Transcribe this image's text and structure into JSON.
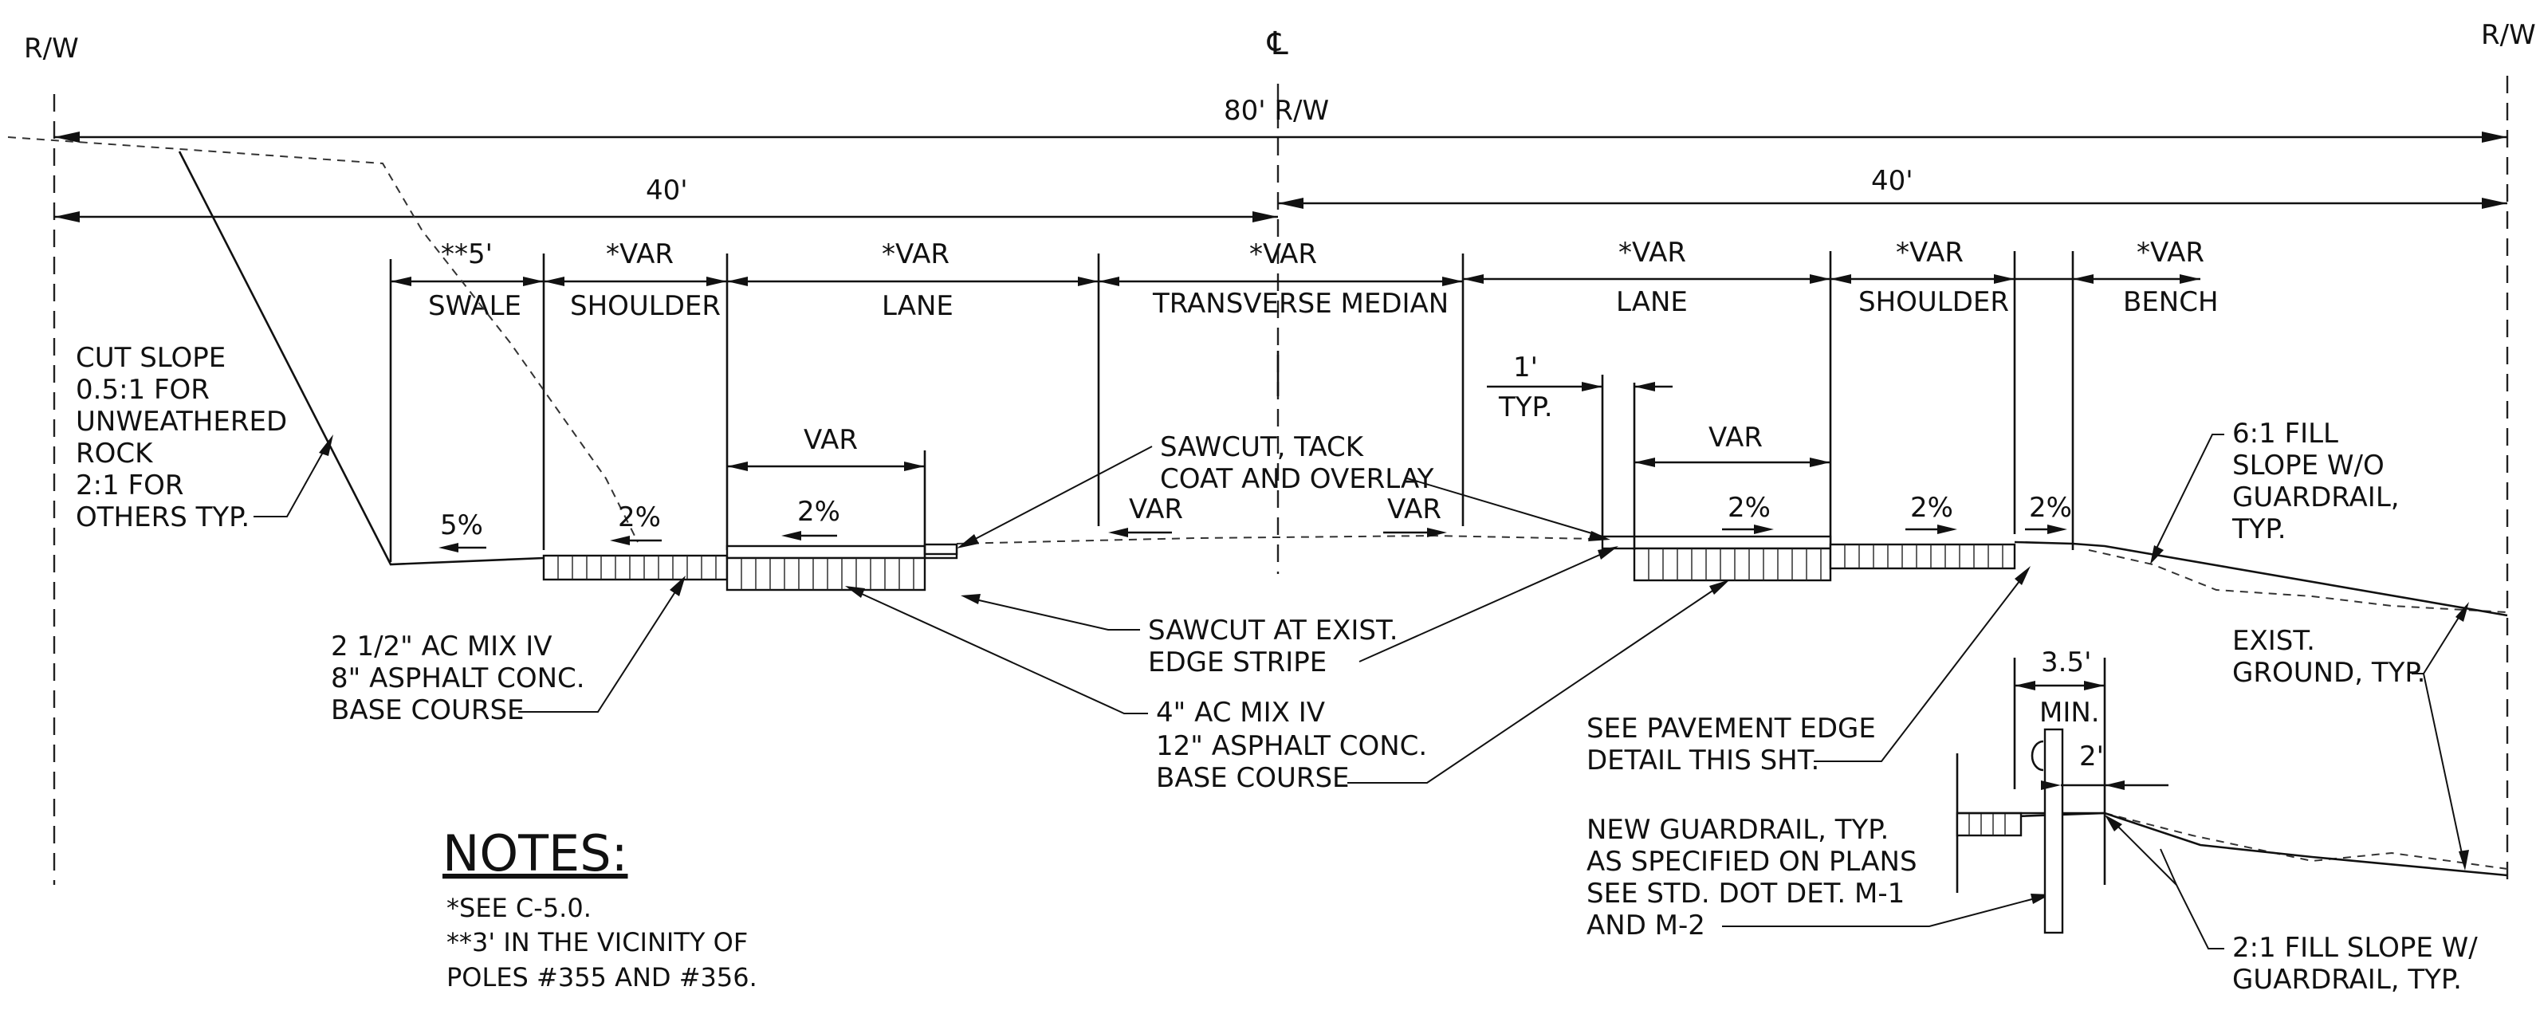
{
  "labels": {
    "rw_left": "R/W",
    "rw_right": "R/W",
    "centerline": "℄",
    "total_width": "80' R/W",
    "left_half": "40'",
    "right_half": "40'"
  },
  "segments": {
    "swale": {
      "dim": "**5'",
      "name": "SWALE"
    },
    "shoulder_left": {
      "dim": "*VAR",
      "name": "SHOULDER"
    },
    "lane_left": {
      "dim": "*VAR",
      "name": "LANE"
    },
    "median": {
      "dim": "*VAR",
      "name": "TRANSVERSE MEDIAN"
    },
    "lane_right": {
      "dim": "*VAR",
      "name": "LANE"
    },
    "shoulder_right": {
      "dim": "*VAR",
      "name": "SHOULDER"
    },
    "bench": {
      "dim": "*VAR",
      "name": "BENCH"
    }
  },
  "slopes": {
    "swale": "5%",
    "shoulder_left": "2%",
    "lane_left": "2%",
    "lane_right": "2%",
    "shoulder_right": "2%",
    "bench": "2%"
  },
  "dims": {
    "var_left": "VAR",
    "var_right": "VAR",
    "median_var_left": "VAR",
    "median_var_right": "VAR",
    "typ_one_ft": "1'",
    "typ": "TYP.",
    "guardrail_width": "3.5'",
    "guardrail_min": "MIN.",
    "guardrail_offset": "2'"
  },
  "callouts": {
    "cut_slope": [
      "CUT SLOPE",
      "0.5:1 FOR",
      "UNWEATHERED",
      "ROCK",
      "2:1 FOR",
      "OTHERS TYP."
    ],
    "shoulder_section": [
      "2 1/2\" AC MIX IV",
      "8\" ASPHALT CONC.",
      "BASE COURSE"
    ],
    "sawcut_tack": [
      "SAWCUT, TACK",
      "COAT AND OVERLAY"
    ],
    "sawcut_edge": [
      "SAWCUT AT EXIST.",
      "EDGE STRIPE"
    ],
    "lane_section": [
      "4\" AC MIX IV",
      "12\" ASPHALT CONC.",
      "BASE COURSE"
    ],
    "fill_6_1": [
      "6:1 FILL",
      "SLOPE W/O",
      "GUARDRAIL,",
      "TYP."
    ],
    "exist_ground": [
      "EXIST.",
      "GROUND, TYP."
    ],
    "pavement_edge": [
      "SEE PAVEMENT EDGE",
      "DETAIL THIS SHT."
    ],
    "guardrail": [
      "NEW GUARDRAIL, TYP.",
      "AS SPECIFIED ON PLANS",
      "SEE STD. DOT DET. M-1",
      "AND M-2"
    ],
    "fill_2_1": [
      "2:1 FILL SLOPE W/",
      "GUARDRAIL, TYP."
    ]
  },
  "notes": {
    "title": "NOTES:",
    "lines": [
      "*SEE C-5.0.",
      "**3' IN THE VICINITY OF",
      "POLES #355 AND #356."
    ]
  }
}
